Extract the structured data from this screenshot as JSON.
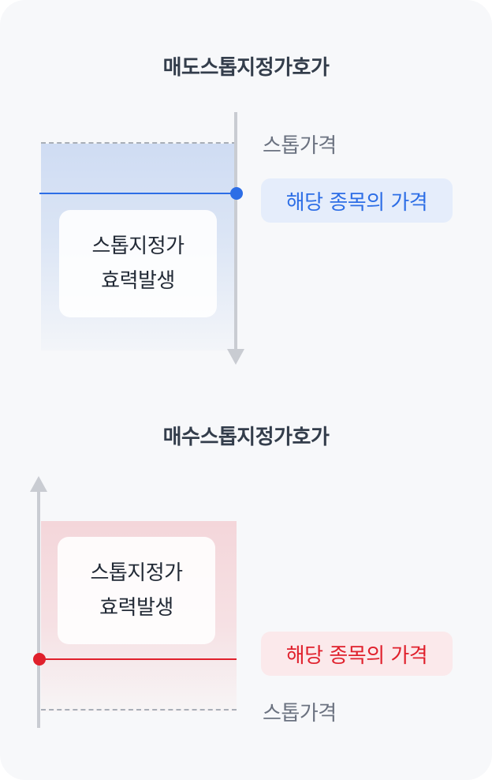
{
  "sell_section": {
    "title": "매도스톱지정가호가",
    "stop_price_label": "스톱가격",
    "current_price_label": "해당 종목의 가격",
    "trigger_line1": "스톱지정가",
    "trigger_line2": "효력발생",
    "accent_color": "#2d6ee6",
    "direction": "down"
  },
  "buy_section": {
    "title": "매수스톱지정가호가",
    "stop_price_label": "스톱가격",
    "current_price_label": "해당 종목의 가격",
    "trigger_line1": "스톱지정가",
    "trigger_line2": "효력발생",
    "accent_color": "#e0202c",
    "direction": "up"
  }
}
